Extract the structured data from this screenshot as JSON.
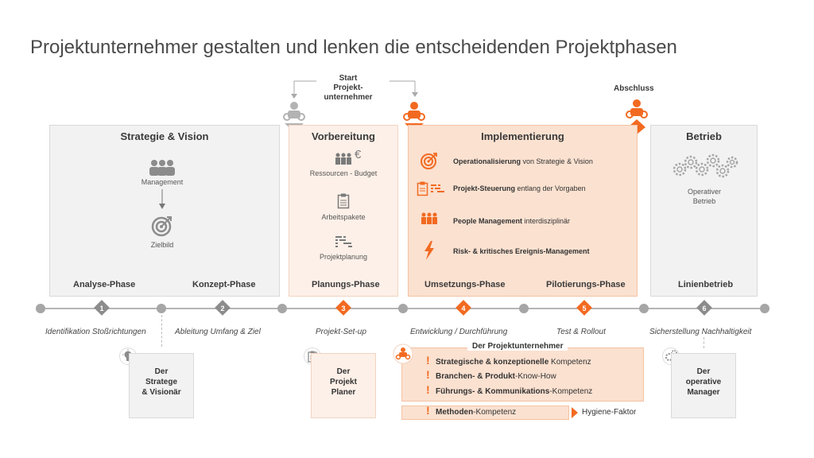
{
  "title": "Projektunternehmer gestalten und lenken die entscheidenden Projektphasen",
  "milestones": {
    "start": [
      "Start",
      "Projekt-",
      "unternehmer"
    ],
    "end": "Abschluss"
  },
  "panels": {
    "strategie": {
      "title": "Strategie & Vision",
      "management": "Management",
      "zielbild": "Zielbild",
      "phase1": "Analyse-Phase",
      "phase2": "Konzept-Phase"
    },
    "vorbereitung": {
      "title": "Vorbereitung",
      "ressourcen": "Ressourcen - Budget",
      "arbeitspakete": "Arbeitspakete",
      "projektplanung": "Projektplanung",
      "phase": "Planungs-Phase",
      "euro": "€"
    },
    "implementierung": {
      "title": "Implementierung",
      "rows": [
        {
          "bold": "Operationalisierung",
          "rest": " von Strategie & Vision"
        },
        {
          "bold": "Projekt-Steuerung",
          "rest": " entlang der Vorgaben"
        },
        {
          "bold": "People Management",
          "rest": " interdisziplinär"
        },
        {
          "bold": "Risk- & kritisches Ereignis-Management",
          "rest": ""
        }
      ],
      "phase1": "Umsetzungs-Phase",
      "phase2": "Pilotierungs-Phase"
    },
    "betrieb": {
      "title": "Betrieb",
      "operativ": [
        "Operativer",
        "Betrieb"
      ],
      "phase": "Linienbetrieb"
    }
  },
  "timeline": {
    "numbers": [
      "1",
      "2",
      "3",
      "4",
      "5",
      "6"
    ],
    "activities": [
      "Identifikation Stoßrichtungen",
      "Ableitung Umfang & Ziel",
      "Projekt-Set-up",
      "Entwicklung / Durchführung",
      "Test & Rollout",
      "Sicherstellung Nachhaltigkeit"
    ]
  },
  "roles": {
    "stratege": [
      "Der",
      "Stratege",
      "& Visionär"
    ],
    "planer": [
      "Der",
      "Projekt",
      "Planer"
    ],
    "manager": [
      "Der",
      "operative",
      "Manager"
    ]
  },
  "competences": {
    "header": "Der Projektunternehmer",
    "rows": [
      {
        "bold": "Strategische & konzeptionelle",
        "rest": " Kompetenz"
      },
      {
        "bold": "Branchen- & Produkt",
        "rest": "-Know-How"
      },
      {
        "bold": "Führungs- & Kommunikations",
        "rest": "-Kompetenz"
      }
    ],
    "methoden": {
      "bold": "Methoden",
      "rest": "-Kompetenz"
    },
    "hygiene": "Hygiene-Faktor"
  },
  "colors": {
    "accent": "#f26a21",
    "gray": "#a6a6a6"
  }
}
